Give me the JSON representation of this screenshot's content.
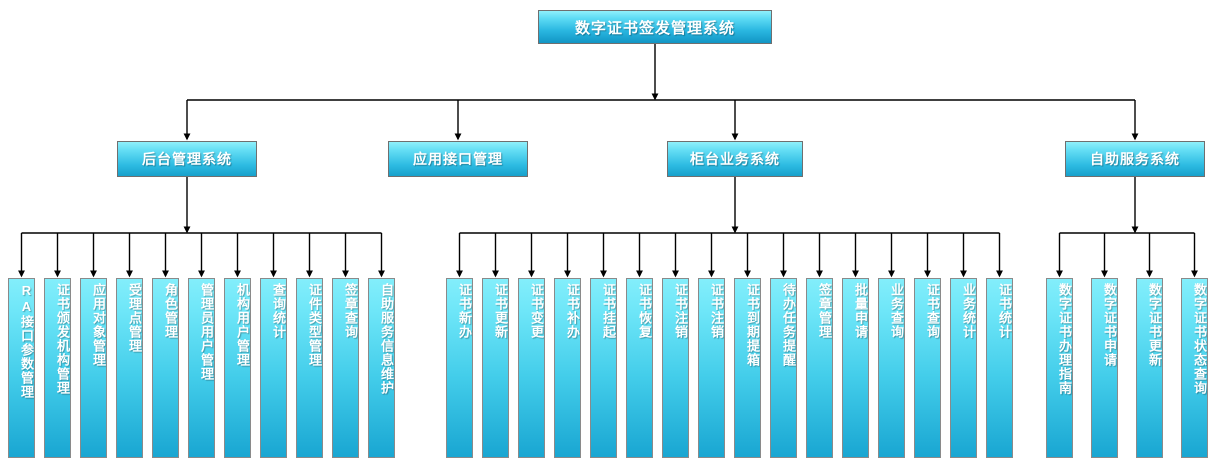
{
  "diagram": {
    "type": "org-chart",
    "title": "数字证书签发管理系统",
    "orientation": "top-down",
    "colors": {
      "node_fill_top": "#8ff0fb",
      "node_fill_bottom": "#1295c4",
      "node_border": "#7a7a7a",
      "node_text": "#ffffff",
      "connector": "#000000",
      "background": "#ffffff"
    },
    "root": {
      "label": "数字证书签发管理系统"
    },
    "branches": [
      {
        "id": "backend",
        "label": "后台管理系统",
        "children": [
          {
            "label": "RA接口参数管理"
          },
          {
            "label": "证书颁发机构管理"
          },
          {
            "label": "应用对象管理"
          },
          {
            "label": "受理点管理"
          },
          {
            "label": "角色管理"
          },
          {
            "label": "管理员用户管理"
          },
          {
            "label": "机构用户管理"
          },
          {
            "label": "查询统计"
          },
          {
            "label": "证件类型管理"
          },
          {
            "label": "签章查询"
          },
          {
            "label": "自助服务信息维护"
          }
        ]
      },
      {
        "id": "api",
        "label": "应用接口管理",
        "children": []
      },
      {
        "id": "counter",
        "label": "柜台业务系统",
        "children": [
          {
            "label": "证书新办"
          },
          {
            "label": "证书更新"
          },
          {
            "label": "证书变更"
          },
          {
            "label": "证书补办"
          },
          {
            "label": "证书挂起"
          },
          {
            "label": "证书恢复"
          },
          {
            "label": "证书注销"
          },
          {
            "label": "证书注销"
          },
          {
            "label": "证书到期提箱"
          },
          {
            "label": "待办任务提醒"
          },
          {
            "label": "签章管理"
          },
          {
            "label": "批量申请"
          },
          {
            "label": "业务查询"
          },
          {
            "label": "证书查询"
          },
          {
            "label": "业务统计"
          },
          {
            "label": "证书统计"
          }
        ]
      },
      {
        "id": "selfservice",
        "label": "自助服务系统",
        "children": [
          {
            "label": "数字证书办理指南"
          },
          {
            "label": "数字证书申请"
          },
          {
            "label": "数字证书更新"
          },
          {
            "label": "数字证书状态查询"
          }
        ]
      }
    ]
  }
}
